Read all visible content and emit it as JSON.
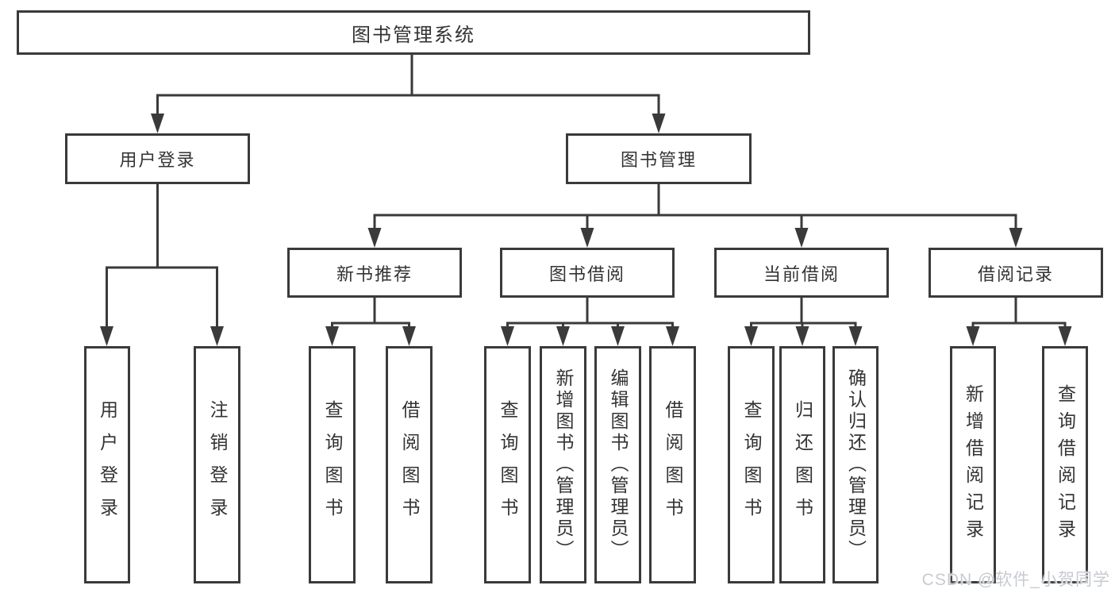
{
  "diagram": {
    "root": {
      "label": "图书管理系统"
    },
    "level2": [
      {
        "label": "用户登录"
      },
      {
        "label": "图书管理"
      }
    ],
    "level3": [
      {
        "label": "新书推荐",
        "parent": "图书管理"
      },
      {
        "label": "图书借阅",
        "parent": "图书管理"
      },
      {
        "label": "当前借阅",
        "parent": "图书管理"
      },
      {
        "label": "借阅记录",
        "parent": "图书管理"
      }
    ],
    "leaves": [
      {
        "label": "用户登录",
        "parent": "用户登录"
      },
      {
        "label": "注销登录",
        "parent": "用户登录"
      },
      {
        "label": "查询图书",
        "parent": "新书推荐"
      },
      {
        "label": "借阅图书",
        "parent": "新书推荐"
      },
      {
        "label": "查询图书",
        "parent": "图书借阅"
      },
      {
        "label": "新增图书（管理员）",
        "parent": "图书借阅"
      },
      {
        "label": "编辑图书（管理员）",
        "parent": "图书借阅"
      },
      {
        "label": "借阅图书",
        "parent": "图书借阅"
      },
      {
        "label": "查询图书",
        "parent": "当前借阅"
      },
      {
        "label": "归还图书",
        "parent": "当前借阅"
      },
      {
        "label": "确认归还（管理员）",
        "parent": "当前借阅"
      },
      {
        "label": "新增借阅记录",
        "parent": "借阅记录"
      },
      {
        "label": "查询借阅记录",
        "parent": "借阅记录"
      }
    ]
  },
  "watermark": "CSDN @软件_小贺同学",
  "colors": {
    "line": "#3a3a3a",
    "text": "#333333",
    "box_fill": "#ffffff",
    "background": "#ffffff",
    "watermark": "#c7cbd1"
  }
}
